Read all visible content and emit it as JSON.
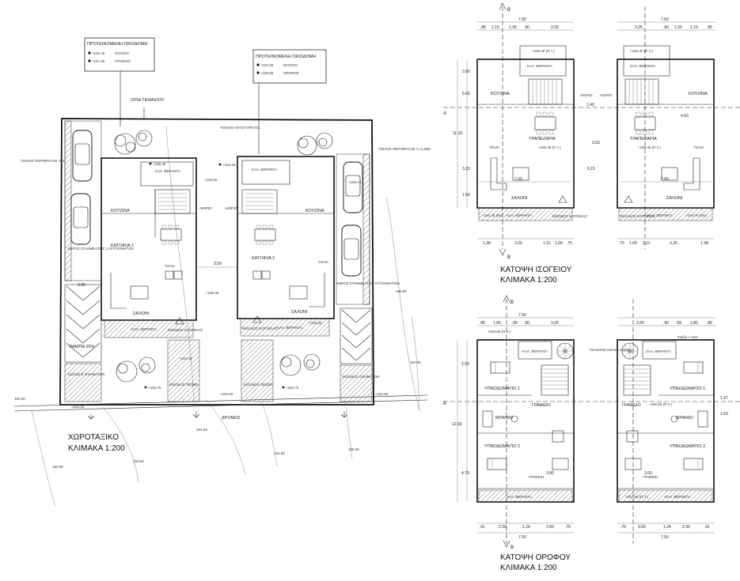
{
  "site_plan": {
    "title": "ΧΩΡΟΤΑΞΙΚΟ",
    "scale": "ΚΛΙΜΑΚΑ 1:200",
    "road": "ΔΡΟΜΟΣ",
    "plot_boundary": "ΟΡΙΑ ΤΕΜΑΧΙΟΥ",
    "retaining_wall": "ΤΟΙΧΟΣ ΑΝΤΙΣΤΗΡΙΞΗΣ",
    "perimeter_wall_left": "ΤΟΙΧΟΣ ΠΕΡΙΦΡΑΞΗΣ Υ=1,20Μ",
    "perimeter_wall_right": "ΤΟΙΧΟΣ ΠΕΡΙΦΡΑΞΗΣ Υ=1,20Μ",
    "legend_a": {
      "title": "ΠΡΟΤΕΙΝΟΜΕΝΗ ΟΙΚΟΔΟΜΗ",
      "l1_level": "+154.45",
      "l1_name": "ΙΣΟΓΕΙΟ",
      "l2_level": "+157.55",
      "l2_name": "ΟΡΟΦΟΣ"
    },
    "legend_b": {
      "title": "ΠΡΟΤΕΙΝΟΜΕΝΗ ΟΙΚΟΔΟΜΗ",
      "l1_level": "+152.45",
      "l1_name": "ΙΣΟΓΕΙΟ",
      "l2_level": "+155.55",
      "l2_name": "ΟΡΟΦΟΣ"
    },
    "house1": "ΚΑΤΟΙΚΙΑ 1",
    "house2": "ΚΑΤΟΙΚΙΑ 2",
    "parking_left": "ΧΩΡΟΣ ΣΤΑΘΜΕΥΣΗΣ 2 ΑΥΤΟΚΙΝΗΤΩΝ",
    "parking_right": "ΧΩΡΟΣ ΣΤΑΘΜΕΥΣΗΣ ΑΥΤΟΚΙΝΗΤΩΝ",
    "ramp": "ΡΑΜΠΑ 15%",
    "car_entrance_left": "ΕΙΣΟΔΟΣ ΟΧΗΜΑΤΩΝ",
    "car_entrance_right": "ΕΙΣΟΔΟΣ ΟΧΗΜΑΤΩΝ",
    "ped_entrance_left": "ΕΙΣΟΔΟΣ ΠΕΖΩΝ",
    "ped_entrance_right": "ΕΙΣΟΔΟΣ ΠΕΖΩΝ",
    "kitchen": "ΚΟΥΖΙΝΑ",
    "salon": "ΣΑΛΟΝΙ",
    "veranda": "ΚΑΛ. ΒΕΡΑΝΤΑ",
    "atrium": "ΑΙΘΡΙΟ",
    "entrance": "ΕΙΣΟΔΟΣ ΚΑΤΟΙΚΙΑΣ",
    "dim_1": "3.50",
    "dim_2": "3.00",
    "levels": [
      "+155.40",
      "+156.55",
      "+154.45",
      "+155.35",
      "+153.75",
      "+154.40",
      "+153.30",
      "+154.15",
      "+154.75",
      "+155.15",
      "+154.00",
      "+153.60"
    ],
    "contours": [
      "152.50",
      "153.00",
      "153.50",
      "154.00",
      "154.50",
      "155.00",
      "156.00",
      "157.00"
    ]
  },
  "ground_floor": {
    "title": "ΚΑΤΟΨΗ ΙΣΟΓΕΙΟΥ",
    "scale": "ΚΛΙΜΑΚΑ 1:200",
    "kitchen": "ΚΟΥΖΙΝΑ",
    "dining": "ΤΡΑΠΕΖΑΡΙΑ",
    "salon": "ΣΑΛΟΝΙ",
    "veranda": "ΚΑΛ. ΒΕΡΑΝΤΑ",
    "atrium": "ΑΙΘΡΙΟ",
    "fireplace": "ΤΖΑΚΙ",
    "entrance": "ΕΙΣΟΔΟΣ ΚΑΤΟΙΚΙΑΣ",
    "level_main": "+155.45 (Π.Υ.)",
    "level_veranda_left": "+154.35 (ΕΚ)",
    "level_veranda_right": "+154.70 (ΕΚ)",
    "level_top": "+156.40 (Π.Υ.)",
    "section_a": "A",
    "section_b": "B",
    "width_total": "7.50",
    "top_dims_left": [
      ".85",
      "1.15",
      "1.35",
      ".90",
      "3.25"
    ],
    "top_dims_right": [
      "3.25",
      ".90",
      "1.35",
      "1.15",
      ".85"
    ],
    "bottom_dims_left": [
      "1.38",
      "3.26",
      "1.11",
      "1.00",
      ".75"
    ],
    "bottom_dims_right": [
      ".75",
      "1.00",
      "1.11",
      "3.26",
      "1.38"
    ],
    "vertical_dims": [
      "3.00",
      "5.00",
      "11.10",
      "3.20",
      "1.60",
      "6.15"
    ],
    "gap_dims": [
      "1.40",
      "3.50"
    ],
    "room_dims": [
      "4.60",
      "7.00"
    ]
  },
  "upper_floor": {
    "title": "ΚΑΤΟΨΗ ΟΡΟΦΟΥ",
    "scale": "ΚΛΙΜΑΚΑ 1:200",
    "bedroom1": "ΥΠΝΟΔΩΜΑΤΙΟ 1",
    "bedroom2": "ΥΠΝΟΔΩΜΑΤΙΟ 2",
    "bedroom_master": "ΥΠΝΟΔΩΜΑΤΙΟ",
    "bath": "ΜΠΑΝΙΟ",
    "study": "ΓΡΑΦΕΙΟ",
    "office": "ΓΡΑΦΕΙΟ",
    "veranda": "ΚΑΛ. ΒΕΡΑΝΤΑ",
    "stair_note": "Μεταλλική κυκλική σκάλα",
    "stair_note_right": "Σκάλα 1.10m",
    "level_top": "+156.55 (Π.Υ.)",
    "level_bottom": "+157.50 (Π.Υ.)",
    "width_total": "7.50",
    "top_dims_left": [
      ".86",
      "1.90",
      ".69",
      ".90",
      "3.25"
    ],
    "top_dims_right": [
      "3.25",
      ".90",
      ".69",
      "1.80",
      ".86"
    ],
    "bottom_dims_left": [
      ".61",
      "2.30",
      "1.24",
      "2.60",
      ".75"
    ],
    "bottom_dims_right": [
      ".75",
      "2.60",
      "1.24",
      "2.30",
      ".61"
    ],
    "vertical_dims": [
      "2.93",
      "12.60",
      "4.79",
      "1.47",
      "1.50"
    ],
    "room_dims": [
      "3.90",
      "3.00"
    ]
  }
}
